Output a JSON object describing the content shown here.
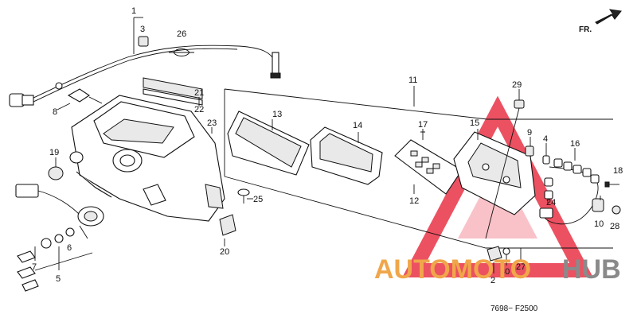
{
  "diagram": {
    "figure_code": "7698− F2500",
    "direction_label": "FR.",
    "callouts": {
      "c1": "1",
      "c2": "2",
      "c3": "3",
      "c4": "4",
      "c5": "5",
      "c6": "6",
      "c7": "7",
      "c8": "8",
      "c9": "9",
      "c10": "10",
      "c11": "11",
      "c12": "12",
      "c13": "13",
      "c14": "14",
      "c15": "15",
      "c16": "16",
      "c17": "17",
      "c18": "18",
      "c19": "19",
      "c20": "20",
      "c21": "21",
      "c22": "22",
      "c23": "23",
      "c24": "24",
      "c25": "25",
      "c26": "26",
      "c27": "27",
      "c28": "28",
      "c29": "29",
      "c30": "30"
    }
  },
  "watermark": {
    "part1": "AUTOMOTO",
    "part2": "HUB",
    "color_orange": "#f0a64a",
    "color_gray": "#8a8a8a",
    "triangle_color": "#e8263a"
  }
}
